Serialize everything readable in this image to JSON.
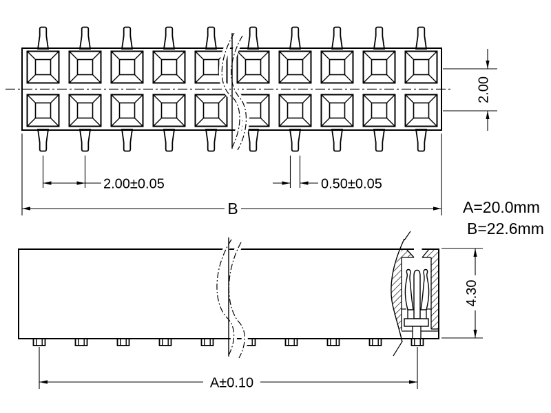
{
  "drawing": {
    "background": "#ffffff",
    "line_color": "#000000"
  },
  "top_view": {
    "rows": 2,
    "positions_shown": 10,
    "dim_pin_pitch": "2.00±0.05",
    "dim_pin_width": "0.50±0.05",
    "dim_overall_length": "B",
    "dim_row_pitch": "2.00"
  },
  "side_view": {
    "dim_body_height": "4.30",
    "dim_pin_span": "A±0.10"
  },
  "notes": {
    "a_value": "A=20.0mm",
    "b_value": "B=22.6mm"
  }
}
